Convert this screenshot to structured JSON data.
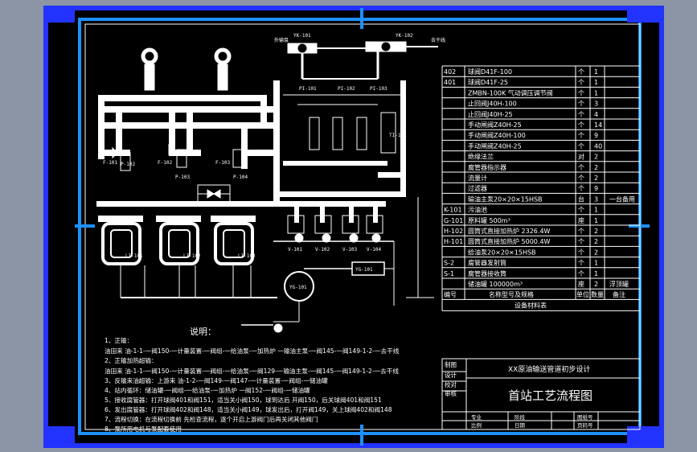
{
  "colors": {
    "frame": "#2233ff",
    "border": "#1e90ff",
    "pipe": "#ffffff",
    "background": "#000000",
    "outer": "#8c95a6"
  },
  "top_tags": {
    "left": "YK-101",
    "right": "YK-102",
    "right_extra": "去干线",
    "left_extra": "外输泵"
  },
  "equipment": {
    "big_tank_label": "YG-101",
    "box_label": "YG-101",
    "stations": [
      "LI-101",
      "LI-102",
      "LI-103"
    ],
    "small_tags": [
      "P-102",
      "P-103",
      "P-104",
      "F-101",
      "F-102",
      "F-103",
      "V-101",
      "V-102",
      "V-103",
      "V-104",
      "PI-101",
      "PI-102",
      "PI-103",
      "TI-101"
    ]
  },
  "bom": {
    "rows": [
      {
        "no": "402",
        "name": "球阀D41F-100",
        "unit": "个",
        "qty": "1",
        "remark": ""
      },
      {
        "no": "401",
        "name": "球阀D41F-25",
        "unit": "个",
        "qty": "1",
        "remark": ""
      },
      {
        "no": "",
        "name": "ZMBN-100K 气动调压调节阀",
        "unit": "个",
        "qty": "1",
        "remark": ""
      },
      {
        "no": "",
        "name": "止回阀J40H-100",
        "unit": "个",
        "qty": "3",
        "remark": ""
      },
      {
        "no": "",
        "name": "止回阀J40H-25",
        "unit": "个",
        "qty": "4",
        "remark": ""
      },
      {
        "no": "",
        "name": "手动闸阀Z40H-25",
        "unit": "个",
        "qty": "14",
        "remark": ""
      },
      {
        "no": "",
        "name": "手动闸阀Z40H-100",
        "unit": "个",
        "qty": "9",
        "remark": ""
      },
      {
        "no": "",
        "name": "手动闸阀Z40H-25",
        "unit": "个",
        "qty": "40",
        "remark": ""
      },
      {
        "no": "",
        "name": "绝缘法兰",
        "unit": "对",
        "qty": "2",
        "remark": ""
      },
      {
        "no": "",
        "name": "腐管器指示器",
        "unit": "个",
        "qty": "2",
        "remark": ""
      },
      {
        "no": "",
        "name": "流量计",
        "unit": "个",
        "qty": "2",
        "remark": ""
      },
      {
        "no": "",
        "name": "过滤器",
        "unit": "个",
        "qty": "9",
        "remark": ""
      },
      {
        "no": "",
        "name": "输油主泵20×20×15HSB",
        "unit": "台",
        "qty": "3",
        "remark": "一台备用"
      },
      {
        "no": "K-101",
        "name": "污油池",
        "unit": "个",
        "qty": "1",
        "remark": ""
      },
      {
        "no": "G-101",
        "name": "原料罐          500m³",
        "unit": "座",
        "qty": "1",
        "remark": ""
      },
      {
        "no": "H-102",
        "name": "圆筒式直接加热炉      2326.4W",
        "unit": "个",
        "qty": "2",
        "remark": ""
      },
      {
        "no": "H-101",
        "name": "圆筒式直接加热炉      5000.4W",
        "unit": "个",
        "qty": "2",
        "remark": ""
      },
      {
        "no": "",
        "name": "给油泵20×20×15HSB",
        "unit": "个",
        "qty": "2",
        "remark": ""
      },
      {
        "no": "S-2",
        "name": "腐管器发射筒",
        "unit": "个",
        "qty": "1",
        "remark": ""
      },
      {
        "no": "S-1",
        "name": "腐管器接收筒",
        "unit": "个",
        "qty": "1",
        "remark": ""
      },
      {
        "no": "",
        "name": "储油罐         100000m³",
        "unit": "座",
        "qty": "2",
        "remark": "浮顶罐"
      }
    ],
    "header": {
      "no": "编号",
      "name": "名称型号及规格",
      "unit": "单位",
      "qty": "数量",
      "remark": "备注"
    },
    "caption": "设备材料表"
  },
  "title_block": {
    "left_labels": [
      "制图",
      "设计",
      "校对",
      "审核"
    ],
    "project": "XX原油输送管道初步设计",
    "drawing_title": "首站工艺流程图",
    "bottom_cells": [
      "比例",
      "日期",
      "图纸号",
      "页码"
    ],
    "bottom_labels": [
      "专业",
      "阶段",
      "图纸号",
      "比例",
      "日期",
      "页码号"
    ]
  },
  "notes": {
    "heading": "说明：",
    "lines": [
      "1、正输：",
      "    油田来 油-1-1-一阀150-一计量装置-一阀组-一给油泵-一加热炉 一输油主泵-一阀145-一阀149-1-2-一去干线",
      "2、正输加热超输：",
      "    油田来 油-1-1-一阀150-一计量装置-一阀组-一给油泵-一阀129-一输油主泵-一阀145-一阀149-1-2-一去干线",
      "3、反输来油超输：上游来 油-1-2-一阀149-一阀147-一计量装置-一阀组-一储油罐",
      "4、站内循环：储油罐-一阀组-一给油泵-一加热炉 一阀152-一阀组-一储油罐",
      "5、接收腐管器：打开球阀401和阀151，适当关小阀150，球到达后 开阀150，后关球阀401和阀151",
      "6、发出腐管器：打开球阀402和阀148，适当关小阀149，球发出后，打开阀149，关上球阀402和阀148",
      "7、流程切换：在流程切换前 先检查流程，逐个开启上游阀门后再关闭其他阀门",
      "8、泵所用电机与泵配套使用"
    ]
  }
}
